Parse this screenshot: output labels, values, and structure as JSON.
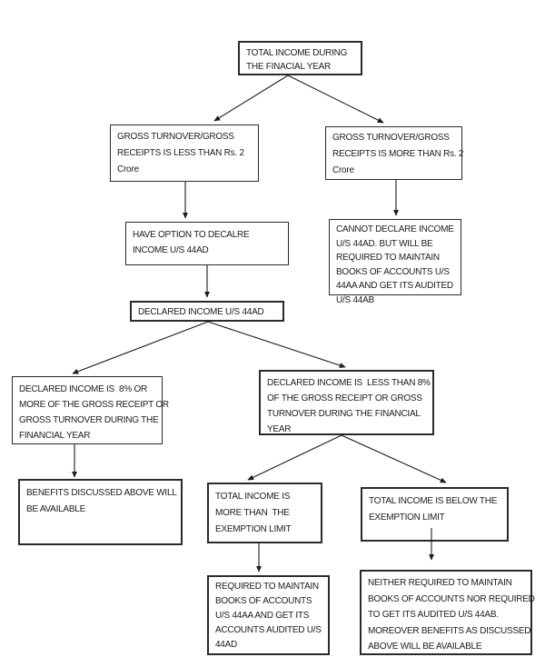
{
  "colors": {
    "ink": "#1c1c1c",
    "background": "#ffffff",
    "box_border": "#2a2a2a"
  },
  "flowchart": {
    "nodes": [
      {
        "id": "total-income",
        "text": "TOTAL INCOME DURING\nTHE FINACIAL YEAR"
      },
      {
        "id": "turnover-less-2crore",
        "text": "GROSS TURNOVER/GROSS\nRECEIPTS IS LESS THAN Rs. 2\nCrore"
      },
      {
        "id": "turnover-more-2crore",
        "text": "GROSS TURNOVER/GROSS\nRECEIPTS IS MORE THAN Rs. 2\nCrore"
      },
      {
        "id": "have-option-declare",
        "text": "HAVE OPTION TO DECALRE\nINCOME U/S 44AD"
      },
      {
        "id": "cannot-declare",
        "text": "CANNOT DECLARE INCOME\nU/S 44AD. BUT WILL BE\nREQUIRED TO MAINTAIN\nBOOKS OF ACCOUNTS U/S\n44AA AND GET ITS AUDITED\nU/S 44AB"
      },
      {
        "id": "declared-income-44ad",
        "text": "DECLARED INCOME U/S 44AD"
      },
      {
        "id": "declared-8pct-or-more",
        "text": "DECLARED INCOME IS  8% OR\nMORE OF THE GROSS RECEIPT OR\nGROSS TURNOVER DURING THE\nFINANCIAL YEAR"
      },
      {
        "id": "declared-less-8pct",
        "text": "DECLARED INCOME IS  LESS THAN 8%\nOF THE GROSS RECEIPT OR GROSS\nTURNOVER DURING THE FINANCIAL\nYEAR"
      },
      {
        "id": "benefits-available",
        "text": "BENEFITS DISCUSSED ABOVE WILL\nBE AVAILABLE"
      },
      {
        "id": "income-above-exemption",
        "text": "TOTAL INCOME IS\nMORE THAN  THE\nEXEMPTION LIMIT"
      },
      {
        "id": "income-below-exemption",
        "text": "TOTAL INCOME IS BELOW THE\nEXEMPTION LIMIT"
      },
      {
        "id": "required-maintain-books",
        "text": "REQUIRED TO MAINTAIN\nBOOKS OF ACCOUNTS\nU/S 44AA AND GET ITS\nACCOUNTS AUDITED U/S\n44AD"
      },
      {
        "id": "neither-required",
        "text": "NEITHER REQUIRED TO MAINTAIN\nBOOKS OF ACCOUNTS NOR REQUIRED\nTO GET ITS AUDITED U/S 44AB.\nMOREOVER BENEFITS AS DISCUSSED\nABOVE WILL BE AVAILABLE"
      }
    ],
    "edges": [
      {
        "from": "total-income",
        "to": "turnover-less-2crore"
      },
      {
        "from": "total-income",
        "to": "turnover-more-2crore"
      },
      {
        "from": "turnover-less-2crore",
        "to": "have-option-declare"
      },
      {
        "from": "turnover-more-2crore",
        "to": "cannot-declare"
      },
      {
        "from": "have-option-declare",
        "to": "declared-income-44ad"
      },
      {
        "from": "declared-income-44ad",
        "to": "declared-8pct-or-more"
      },
      {
        "from": "declared-income-44ad",
        "to": "declared-less-8pct"
      },
      {
        "from": "declared-8pct-or-more",
        "to": "benefits-available"
      },
      {
        "from": "declared-less-8pct",
        "to": "income-above-exemption"
      },
      {
        "from": "declared-less-8pct",
        "to": "income-below-exemption"
      },
      {
        "from": "income-above-exemption",
        "to": "required-maintain-books"
      },
      {
        "from": "income-below-exemption",
        "to": "neither-required"
      }
    ]
  }
}
